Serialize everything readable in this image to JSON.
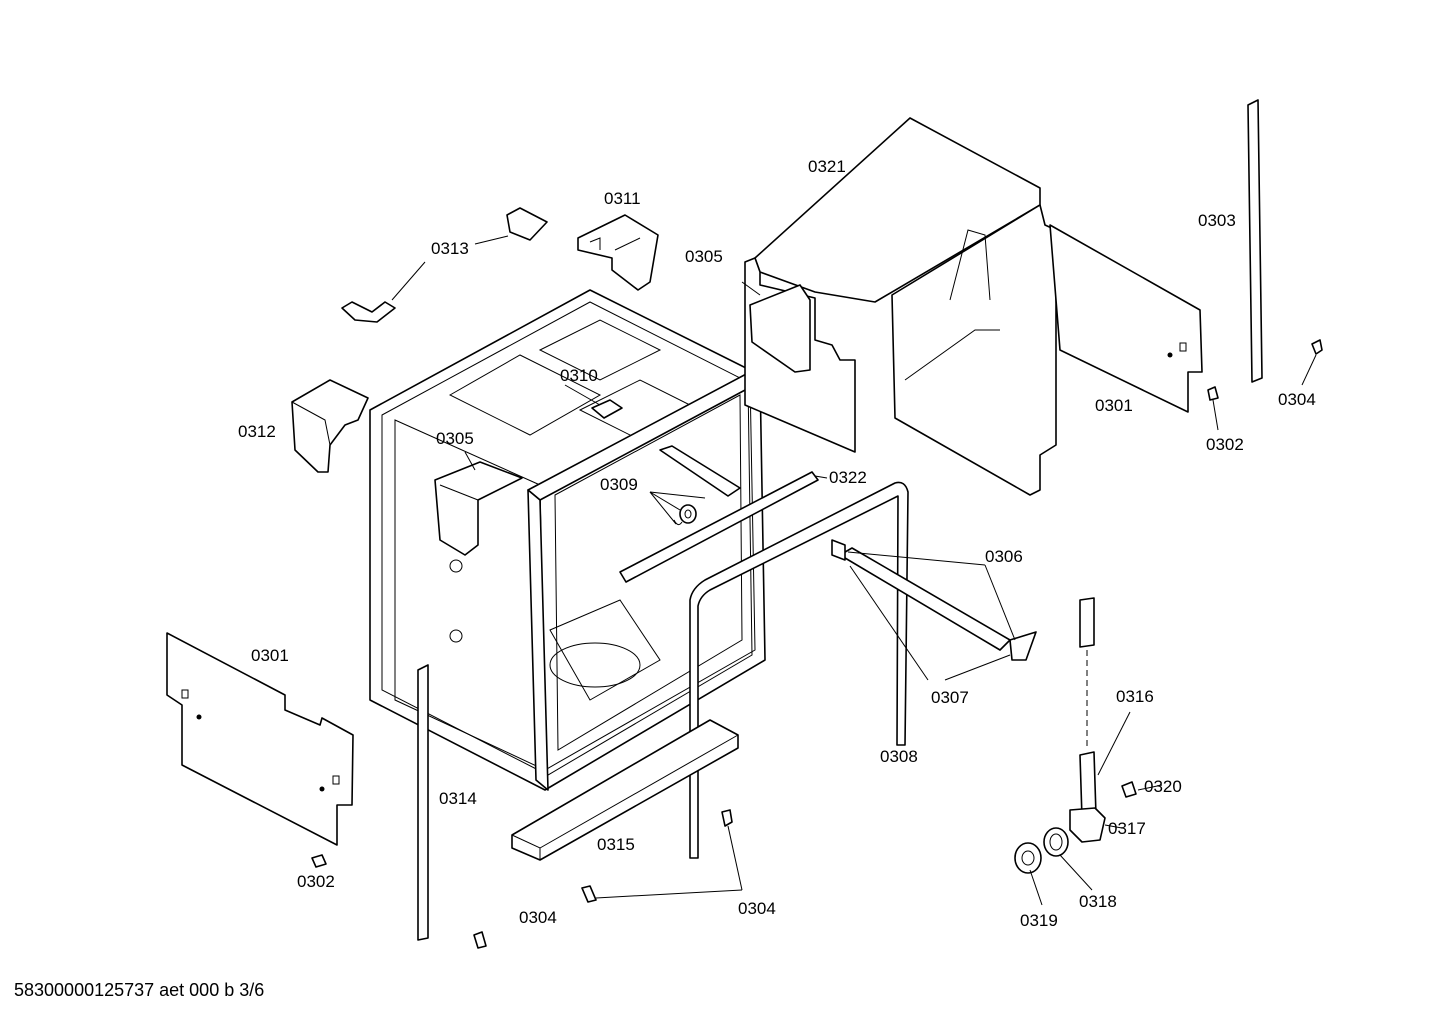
{
  "footer": {
    "text": "58300000125737 aet 000 b 3/6"
  },
  "callouts": {
    "c0321": "0321",
    "c0311": "0311",
    "c0313": "0313",
    "c0305a": "0305",
    "c0303": "0303",
    "c0310": "0310",
    "c0312": "0312",
    "c0305b": "0305",
    "c0301a": "0301",
    "c0304a": "0304",
    "c0302a": "0302",
    "c0309": "0309",
    "c0322": "0322",
    "c0306": "0306",
    "c0301b": "0301",
    "c0307": "0307",
    "c0316": "0316",
    "c0308": "0308",
    "c0314": "0314",
    "c0320": "0320",
    "c0317": "0317",
    "c0315": "0315",
    "c0304b": "0304",
    "c0302b": "0302",
    "c0318": "0318",
    "c0304c": "0304",
    "c0319": "0319"
  }
}
